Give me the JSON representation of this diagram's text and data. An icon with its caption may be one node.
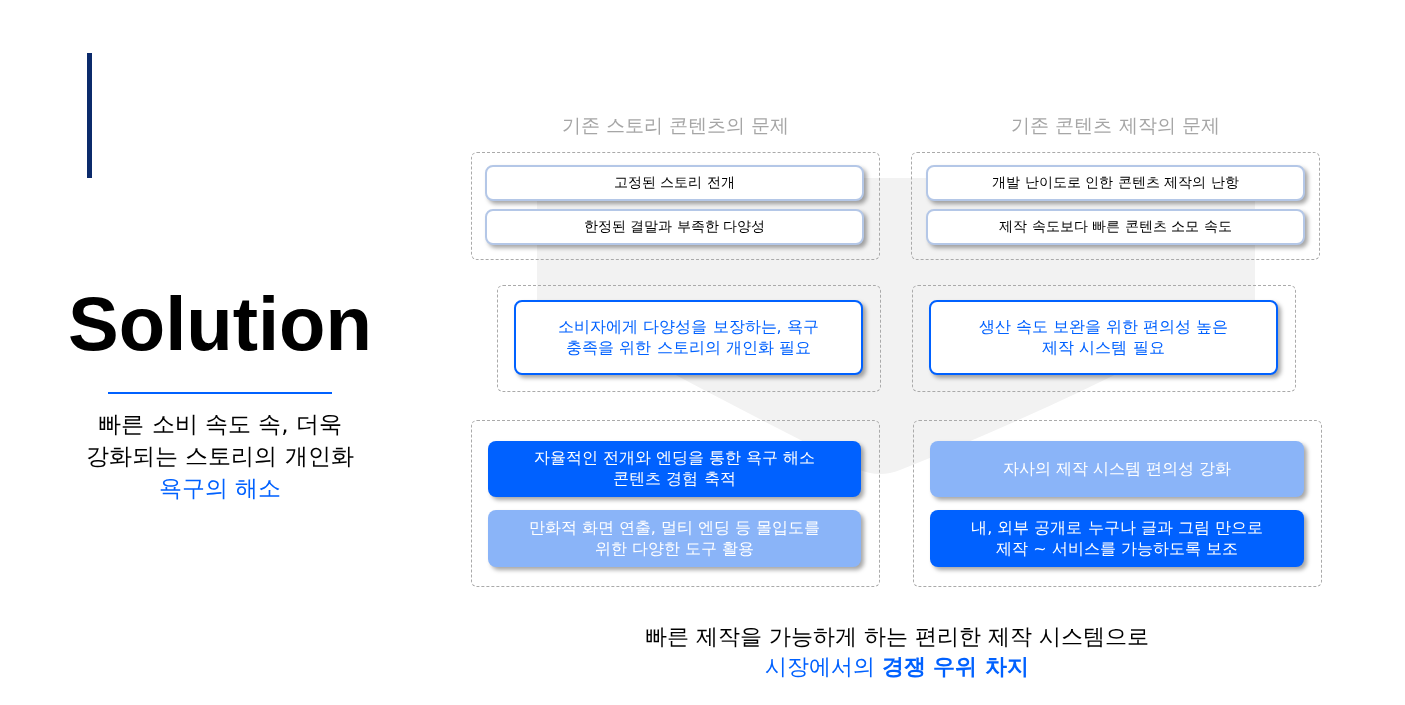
{
  "diagram": {
    "title": "Solution",
    "nodes": [
      {
        "text": [
          "기존 스토리 콘텐츠의 문제"
        ]
      },
      {
        "text": [
          "고정된 스토리 전개"
        ],
        "in": 0
      },
      {
        "text": [
          "한정된 결말과 부족한 다양성"
        ],
        "in": 0
      },
      {
        "text": [
          "기존 콘텐츠 제작의 문제"
        ]
      },
      {
        "text": [
          "개발 난이도로 인한 콘텐츠 제작의 난항"
        ],
        "in": 3
      },
      {
        "text": [
          "제작 속도보다 빠른 콘텐츠 소모 속도"
        ],
        "in": 3
      },
      {
        "text": [],
        "shape": "box"
      },
      {
        "text": [
          "소비자에게 다양성을 보장하는, 욕구 충족을 위한 스토리의 개인화 필요"
        ],
        "in": 6
      },
      {
        "text": [],
        "shape": "box"
      },
      {
        "text": [
          "생산 속도 보완을 위한 편의성 높은 제작 시스템 필요"
        ],
        "in": 8
      },
      {
        "text": [],
        "shape": "box"
      },
      {
        "text": [
          "자율적인 전개와 엔딩을 통한 욕구 해소 콘텐츠 경험 축적"
        ],
        "in": 10
      },
      {
        "text": [
          "만화적 화면 연출, 멀티 엔딩 등 몰입도를 위한 다양한 도구 활용"
        ],
        "in": 10
      },
      {
        "text": [],
        "shape": "box"
      },
      {
        "text": [
          "자사의 제작 시스템 편의성 강화"
        ],
        "in": 13
      },
      {
        "text": [
          "내, 외부 공개로 누구나 글과 그림 만으로 제작 ~ 서비스를 가능하도록 보조"
        ],
        "in": 13
      }
    ],
    "labels": [
      "빠른 소비 속도 속, 더욱 강화되는 스토리의 개인화",
      "욕구의 해소",
      "빠른 제작을 가능하게 하는 편리한 제작 시스템으로",
      "시장에서의 **경쟁 우위 차지**"
    ]
  }
}
